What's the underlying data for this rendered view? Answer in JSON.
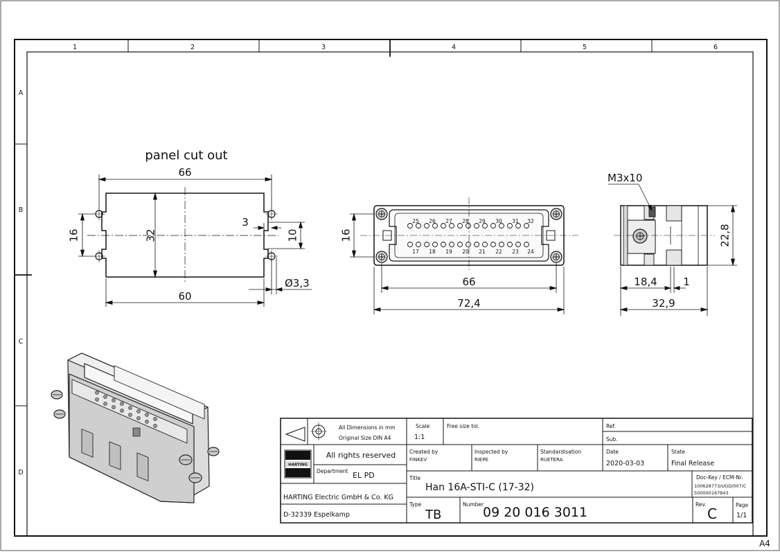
{
  "border": {
    "columns": [
      "1",
      "2",
      "3",
      "4",
      "5",
      "6"
    ],
    "rows": [
      "A",
      "B",
      "C",
      "D"
    ],
    "sheet_format": "A4"
  },
  "views": {
    "cutout": {
      "title": "panel cut out",
      "dim_width_top": "66",
      "dim_width_bottom": "60",
      "dim_height": "32",
      "dim_hole_pitch": "16",
      "dim_offset": "3",
      "dim_small_height": "10",
      "dim_hole_dia": "Ø3,3"
    },
    "front": {
      "dim_height": "16",
      "dim_inner_width": "66",
      "dim_outer_width": "72,4",
      "pins_top": [
        "25",
        "26",
        "27",
        "28",
        "29",
        "30",
        "31",
        "32"
      ],
      "pins_bottom": [
        "17",
        "18",
        "19",
        "20",
        "21",
        "22",
        "23",
        "24"
      ]
    },
    "side": {
      "screw_label": "M3x10",
      "dim_height": "22,8",
      "dim_depth_a": "18,4",
      "dim_depth_b": "1",
      "dim_total": "32,9"
    }
  },
  "title_block": {
    "dimensions_note": "All Dimensions in mm",
    "size_note": "Original Size DIN A4",
    "scale_label": "Scale",
    "scale_value": "1:1",
    "tolerance": "Free size tol.",
    "ref_label": "Ref.",
    "sub_label": "Sub.",
    "rights": "All rights reserved",
    "created_label": "Created by",
    "created_value": "FINKEV",
    "inspected_label": "Inspected by",
    "inspected_value": "RIEPE",
    "standard_label": "Standardisation",
    "standard_value": "RUETERA",
    "date_label": "Date",
    "date_value": "2020-03-03",
    "state_label": "State",
    "state_value": "Final Release",
    "department_label": "Department",
    "department_value": "EL PD",
    "title_label": "Title",
    "title_value": "Han 16A-STI-C (17-32)",
    "dockey_label": "Doc-Key / ECM-Nr.",
    "dockey_line1": "100628773/UGD/007/C",
    "dockey_line2": "500000167843",
    "company": "HARTING Electric GmbH & Co. KG",
    "address": "D-32339 Espelkamp",
    "type_label": "Type",
    "type_value": "TB",
    "number_label": "Number",
    "number_value": "09 20 016 3011",
    "rev_label": "Rev.",
    "rev_value": "C",
    "page_label": "Page",
    "page_value": "1/1",
    "logo_text": "HARTING"
  }
}
